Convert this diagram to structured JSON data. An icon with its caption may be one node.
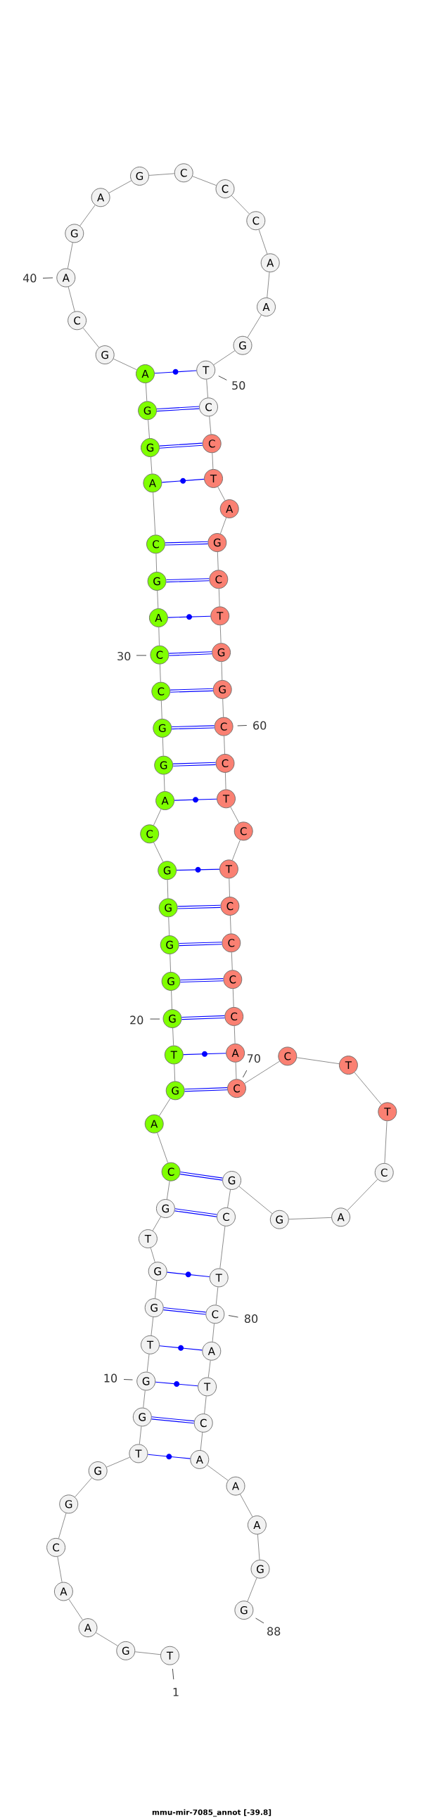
{
  "diagram": {
    "caption": "mmu-mir-7085_annot [-39.8]",
    "labels": [
      "70"
    ],
    "nodes": [
      {
        "text": [
          "T"
        ],
        "beside": [
          "1"
        ]
      },
      {
        "text": [
          "G"
        ]
      },
      {
        "text": [
          "A"
        ]
      },
      {
        "text": [
          "A"
        ]
      },
      {
        "text": [
          "C"
        ]
      },
      {
        "text": [
          "G"
        ]
      },
      {
        "text": [
          "G"
        ]
      },
      {
        "text": [
          "T"
        ]
      },
      {
        "text": [
          "G"
        ]
      },
      {
        "text": [
          "G"
        ],
        "beside": [
          "10"
        ]
      },
      {
        "text": [
          "T"
        ]
      },
      {
        "text": [
          "G"
        ]
      },
      {
        "text": [
          "G"
        ]
      },
      {
        "text": [
          "T"
        ]
      },
      {
        "text": [
          "G"
        ]
      },
      {
        "text": [
          "C"
        ]
      },
      {
        "text": [
          "A"
        ]
      },
      {
        "text": [
          "G"
        ]
      },
      {
        "text": [
          "T"
        ]
      },
      {
        "text": [
          "G"
        ],
        "beside": [
          "20"
        ]
      },
      {
        "text": [
          "G"
        ]
      },
      {
        "text": [
          "G"
        ]
      },
      {
        "text": [
          "G"
        ]
      },
      {
        "text": [
          "G"
        ]
      },
      {
        "text": [
          "C"
        ]
      },
      {
        "text": [
          "A"
        ]
      },
      {
        "text": [
          "G"
        ]
      },
      {
        "text": [
          "G"
        ]
      },
      {
        "text": [
          "C"
        ]
      },
      {
        "text": [
          "C"
        ],
        "beside": [
          "30"
        ]
      },
      {
        "text": [
          "A"
        ]
      },
      {
        "text": [
          "G"
        ]
      },
      {
        "text": [
          "C"
        ]
      },
      {
        "text": [
          "A"
        ]
      },
      {
        "text": [
          "G"
        ]
      },
      {
        "text": [
          "G"
        ]
      },
      {
        "text": [
          "A"
        ]
      },
      {
        "text": [
          "G"
        ]
      },
      {
        "text": [
          "C"
        ]
      },
      {
        "text": [
          "A"
        ],
        "beside": [
          "40"
        ]
      },
      {
        "text": [
          "G"
        ]
      },
      {
        "text": [
          "A"
        ]
      },
      {
        "text": [
          "G"
        ]
      },
      {
        "text": [
          "C"
        ]
      },
      {
        "text": [
          "C"
        ]
      },
      {
        "text": [
          "C"
        ]
      },
      {
        "text": [
          "A"
        ]
      },
      {
        "text": [
          "A"
        ]
      },
      {
        "text": [
          "G"
        ]
      },
      {
        "text": [
          "T"
        ],
        "beside": [
          "50"
        ]
      },
      {
        "text": [
          "C"
        ]
      },
      {
        "text": [
          "C"
        ]
      },
      {
        "text": [
          "T"
        ]
      },
      {
        "text": [
          "A"
        ]
      },
      {
        "text": [
          "G"
        ]
      },
      {
        "text": [
          "C"
        ]
      },
      {
        "text": [
          "T"
        ]
      },
      {
        "text": [
          "G"
        ]
      },
      {
        "text": [
          "G"
        ]
      },
      {
        "text": [
          "C"
        ],
        "beside": [
          "60"
        ]
      },
      {
        "text": [
          "C"
        ]
      },
      {
        "text": [
          "T"
        ]
      },
      {
        "text": [
          "C"
        ]
      },
      {
        "text": [
          "T"
        ]
      },
      {
        "text": [
          "C"
        ]
      },
      {
        "text": [
          "C"
        ]
      },
      {
        "text": [
          "C"
        ]
      },
      {
        "text": [
          "C"
        ]
      },
      {
        "text": [
          "A"
        ]
      },
      {
        "text": [
          "C"
        ]
      },
      {
        "text": [
          "C"
        ]
      },
      {
        "text": [
          "T"
        ]
      },
      {
        "text": [
          "T"
        ]
      },
      {
        "text": [
          "C"
        ]
      },
      {
        "text": [
          "A"
        ]
      },
      {
        "text": [
          "G"
        ]
      },
      {
        "text": [
          "G"
        ]
      },
      {
        "text": [
          "C"
        ]
      },
      {
        "text": [
          "T"
        ]
      },
      {
        "text": [
          "C"
        ],
        "beside": [
          "80"
        ]
      },
      {
        "text": [
          "A"
        ]
      },
      {
        "text": [
          "T"
        ]
      },
      {
        "text": [
          "C"
        ]
      },
      {
        "text": [
          "A"
        ]
      },
      {
        "text": [
          "A"
        ]
      },
      {
        "text": [
          "A"
        ]
      },
      {
        "text": [
          "G"
        ]
      },
      {
        "text": [
          "G"
        ],
        "beside": [
          "88"
        ]
      }
    ],
    "edges": [
      {
        "from": 0,
        "to": 1,
        "arrow": "none"
      },
      {
        "from": 1,
        "to": 2,
        "arrow": "none"
      },
      {
        "from": 2,
        "to": 3,
        "arrow": "none"
      },
      {
        "from": 3,
        "to": 4,
        "arrow": "none"
      },
      {
        "from": 4,
        "to": 5,
        "arrow": "none"
      },
      {
        "from": 5,
        "to": 6,
        "arrow": "none"
      },
      {
        "from": 6,
        "to": 7,
        "arrow": "none"
      },
      {
        "from": 7,
        "to": 8,
        "arrow": "none"
      },
      {
        "from": 8,
        "to": 9,
        "arrow": "none"
      },
      {
        "from": 9,
        "to": 10,
        "arrow": "none"
      },
      {
        "from": 10,
        "to": 11,
        "arrow": "none"
      },
      {
        "from": 11,
        "to": 12,
        "arrow": "none"
      },
      {
        "from": 12,
        "to": 13,
        "arrow": "none"
      },
      {
        "from": 13,
        "to": 14,
        "arrow": "none"
      },
      {
        "from": 14,
        "to": 15,
        "arrow": "none"
      },
      {
        "from": 15,
        "to": 16,
        "arrow": "none"
      },
      {
        "from": 16,
        "to": 17,
        "arrow": "none"
      },
      {
        "from": 17,
        "to": 18,
        "arrow": "none"
      },
      {
        "from": 18,
        "to": 19,
        "arrow": "none"
      },
      {
        "from": 19,
        "to": 20,
        "arrow": "none"
      },
      {
        "from": 20,
        "to": 21,
        "arrow": "none"
      },
      {
        "from": 21,
        "to": 22,
        "arrow": "none"
      },
      {
        "from": 22,
        "to": 23,
        "arrow": "none"
      },
      {
        "from": 23,
        "to": 24,
        "arrow": "none"
      },
      {
        "from": 24,
        "to": 25,
        "arrow": "none"
      },
      {
        "from": 25,
        "to": 26,
        "arrow": "none"
      },
      {
        "from": 26,
        "to": 27,
        "arrow": "none"
      },
      {
        "from": 27,
        "to": 28,
        "arrow": "none"
      },
      {
        "from": 28,
        "to": 29,
        "arrow": "none"
      },
      {
        "from": 29,
        "to": 30,
        "arrow": "none"
      },
      {
        "from": 30,
        "to": 31,
        "arrow": "none"
      },
      {
        "from": 31,
        "to": 32,
        "arrow": "none"
      },
      {
        "from": 32,
        "to": 33,
        "arrow": "none"
      },
      {
        "from": 33,
        "to": 34,
        "arrow": "none"
      },
      {
        "from": 34,
        "to": 35,
        "arrow": "none"
      },
      {
        "from": 35,
        "to": 36,
        "arrow": "none"
      },
      {
        "from": 36,
        "to": 37,
        "arrow": "none"
      },
      {
        "from": 37,
        "to": 38,
        "arrow": "none"
      },
      {
        "from": 38,
        "to": 39,
        "arrow": "none"
      },
      {
        "from": 39,
        "to": 40,
        "arrow": "none"
      },
      {
        "from": 40,
        "to": 41,
        "arrow": "none"
      },
      {
        "from": 41,
        "to": 42,
        "arrow": "none"
      },
      {
        "from": 42,
        "to": 43,
        "arrow": "none"
      },
      {
        "from": 43,
        "to": 44,
        "arrow": "none"
      },
      {
        "from": 44,
        "to": 45,
        "arrow": "none"
      },
      {
        "from": 45,
        "to": 46,
        "arrow": "none"
      },
      {
        "from": 46,
        "to": 47,
        "arrow": "none"
      },
      {
        "from": 47,
        "to": 48,
        "arrow": "none"
      },
      {
        "from": 48,
        "to": 49,
        "arrow": "none"
      },
      {
        "from": 49,
        "to": 50,
        "arrow": "none"
      },
      {
        "from": 50,
        "to": 51,
        "arrow": "none"
      },
      {
        "from": 51,
        "to": 52,
        "arrow": "none"
      },
      {
        "from": 52,
        "to": 53,
        "arrow": "none"
      },
      {
        "from": 53,
        "to": 54,
        "arrow": "none"
      },
      {
        "from": 54,
        "to": 55,
        "arrow": "none"
      },
      {
        "from": 55,
        "to": 56,
        "arrow": "none"
      },
      {
        "from": 56,
        "to": 57,
        "arrow": "none"
      },
      {
        "from": 57,
        "to": 58,
        "arrow": "none"
      },
      {
        "from": 58,
        "to": 59,
        "arrow": "none"
      },
      {
        "from": 59,
        "to": 60,
        "arrow": "none"
      },
      {
        "from": 60,
        "to": 61,
        "arrow": "none"
      },
      {
        "from": 61,
        "to": 62,
        "arrow": "none"
      },
      {
        "from": 62,
        "to": 63,
        "arrow": "none"
      },
      {
        "from": 63,
        "to": 64,
        "arrow": "none"
      },
      {
        "from": 64,
        "to": 65,
        "arrow": "none"
      },
      {
        "from": 65,
        "to": 66,
        "arrow": "none"
      },
      {
        "from": 66,
        "to": 67,
        "arrow": "none"
      },
      {
        "from": 67,
        "to": 68,
        "arrow": "none"
      },
      {
        "from": 68,
        "to": 69,
        "arrow": "none"
      },
      {
        "from": 69,
        "to": 70,
        "arrow": "none"
      },
      {
        "from": 70,
        "to": 71,
        "arrow": "none"
      },
      {
        "from": 71,
        "to": 72,
        "arrow": "none"
      },
      {
        "from": 72,
        "to": 73,
        "arrow": "none"
      },
      {
        "from": 73,
        "to": 74,
        "arrow": "none"
      },
      {
        "from": 74,
        "to": 75,
        "arrow": "none"
      },
      {
        "from": 75,
        "to": 76,
        "arrow": "none"
      },
      {
        "from": 76,
        "to": 77,
        "arrow": "none"
      },
      {
        "from": 77,
        "to": 78,
        "arrow": "none"
      },
      {
        "from": 78,
        "to": 79,
        "arrow": "none"
      },
      {
        "from": 79,
        "to": 80,
        "arrow": "none"
      },
      {
        "from": 80,
        "to": 81,
        "arrow": "none"
      },
      {
        "from": 81,
        "to": 82,
        "arrow": "none"
      },
      {
        "from": 82,
        "to": 83,
        "arrow": "none"
      },
      {
        "from": 83,
        "to": 84,
        "arrow": "none"
      },
      {
        "from": 84,
        "to": 85,
        "arrow": "none"
      },
      {
        "from": 85,
        "to": 86,
        "arrow": "none"
      },
      {
        "from": 86,
        "to": 87,
        "arrow": "none"
      },
      {
        "from": 7,
        "to": 83,
        "arrow": "none",
        "color": "#0000ff"
      },
      {
        "from": 8,
        "to": 82,
        "arrow": "none",
        "color": "#0000ff"
      },
      {
        "from": 9,
        "to": 81,
        "arrow": "none",
        "color": "#0000ff"
      },
      {
        "from": 10,
        "to": 80,
        "arrow": "none",
        "color": "#0000ff"
      },
      {
        "from": 11,
        "to": 79,
        "arrow": "none",
        "color": "#0000ff"
      },
      {
        "from": 12,
        "to": 78,
        "arrow": "none",
        "color": "#0000ff"
      },
      {
        "from": 14,
        "to": 77,
        "arrow": "none",
        "color": "#0000ff"
      },
      {
        "from": 15,
        "to": 76,
        "arrow": "none",
        "color": "#0000ff"
      },
      {
        "from": 17,
        "to": 69,
        "arrow": "none",
        "color": "#0000ff"
      },
      {
        "from": 18,
        "to": 68,
        "arrow": "none",
        "color": "#0000ff"
      },
      {
        "from": 19,
        "to": 67,
        "arrow": "none",
        "color": "#0000ff"
      },
      {
        "from": 20,
        "to": 66,
        "arrow": "none",
        "color": "#0000ff"
      },
      {
        "from": 21,
        "to": 65,
        "arrow": "none",
        "color": "#0000ff"
      },
      {
        "from": 22,
        "to": 64,
        "arrow": "none",
        "color": "#0000ff"
      },
      {
        "from": 23,
        "to": 63,
        "arrow": "none",
        "color": "#0000ff"
      },
      {
        "from": 25,
        "to": 61,
        "arrow": "none",
        "color": "#0000ff"
      },
      {
        "from": 26,
        "to": 60,
        "arrow": "none",
        "color": "#0000ff"
      },
      {
        "from": 27,
        "to": 59,
        "arrow": "none",
        "color": "#0000ff"
      },
      {
        "from": 28,
        "to": 58,
        "arrow": "none",
        "color": "#0000ff"
      },
      {
        "from": 29,
        "to": 57,
        "arrow": "none",
        "color": "#0000ff"
      },
      {
        "from": 30,
        "to": 56,
        "arrow": "none",
        "color": "#0000ff"
      },
      {
        "from": 31,
        "to": 55,
        "arrow": "none",
        "color": "#0000ff"
      },
      {
        "from": 32,
        "to": 54,
        "arrow": "none",
        "color": "#0000ff"
      },
      {
        "from": 33,
        "to": 52,
        "arrow": "none",
        "color": "#0000ff"
      },
      {
        "from": 34,
        "to": 51,
        "arrow": "none",
        "color": "#0000ff"
      },
      {
        "from": 35,
        "to": 50,
        "arrow": "none",
        "color": "#0000ff"
      },
      {
        "from": 36,
        "to": 49,
        "arrow": "none",
        "color": "#0000ff"
      }
    ]
  }
}
